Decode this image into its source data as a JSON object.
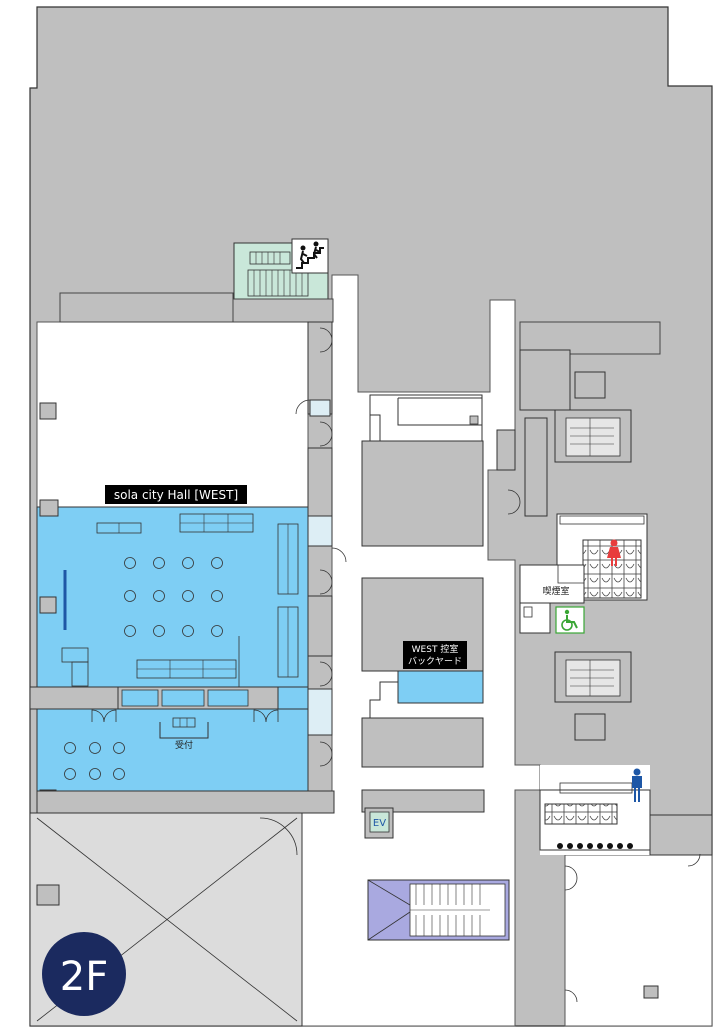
{
  "floor": {
    "label": "2F"
  },
  "rooms": {
    "hall_west": "sola city Hall [WEST]",
    "west_backyard_line1": "WEST 控室",
    "west_backyard_line2": "バックヤード",
    "smoking_room": "喫煙室",
    "reception": "受付"
  },
  "facilities": {
    "elevator": "EV"
  },
  "icons": {
    "stairs": "stairs-icon",
    "womens_restroom": "womens-restroom-icon",
    "mens_restroom": "mens-restroom-icon",
    "accessible_restroom": "wheelchair-icon"
  },
  "colors": {
    "building_gray": "#bfbfbf",
    "hall_blue": "#7ecef4",
    "stair_green": "#c9e7d9",
    "stair_purple": "#a9a9e0",
    "badge_navy": "#1b2a5f",
    "women_red": "#e83d3d",
    "men_blue": "#1e57a6",
    "accessible_green": "#3aa635"
  }
}
